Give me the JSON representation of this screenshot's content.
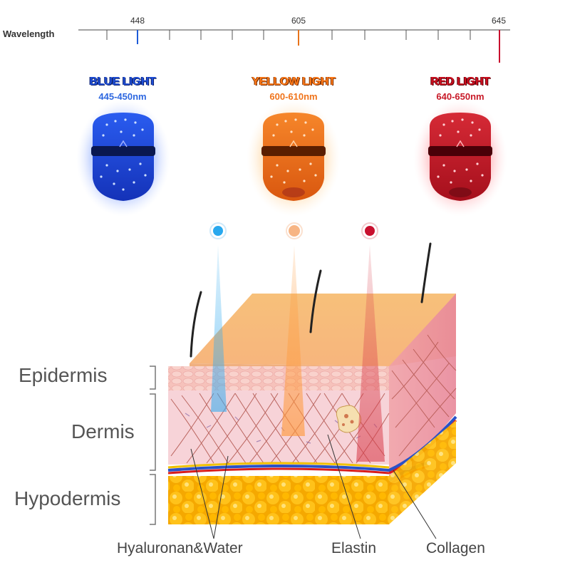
{
  "wavelength": {
    "label": "Wavelength",
    "ticks": [
      {
        "label": "448",
        "color": "#1e5bd8"
      },
      {
        "label": "605",
        "color": "#e8731a"
      },
      {
        "label": "645",
        "color": "#c8102e"
      }
    ]
  },
  "lights": [
    {
      "name": "BLUE LIGHT",
      "range": "445-450nm",
      "color": "#1e4fe0",
      "glow": "#7aa0ff",
      "dot": "#2aaaf0"
    },
    {
      "name": "YELLOW LIGHT",
      "range": "600-610nm",
      "color": "#f27a1a",
      "glow": "#ffd59c",
      "dot": "#f7b584"
    },
    {
      "name": "RED LIGHT",
      "range": "640-650nm",
      "color": "#c81d2a",
      "glow": "#ff9aa0",
      "dot": "#c8102e"
    }
  ],
  "layers": {
    "epidermis": "Epidermis",
    "dermis": "Dermis",
    "hypodermis": "Hypodermis"
  },
  "components": {
    "hyaluronan": "Hyaluronan&Water",
    "elastin": "Elastin",
    "collagen": "Collagen"
  }
}
